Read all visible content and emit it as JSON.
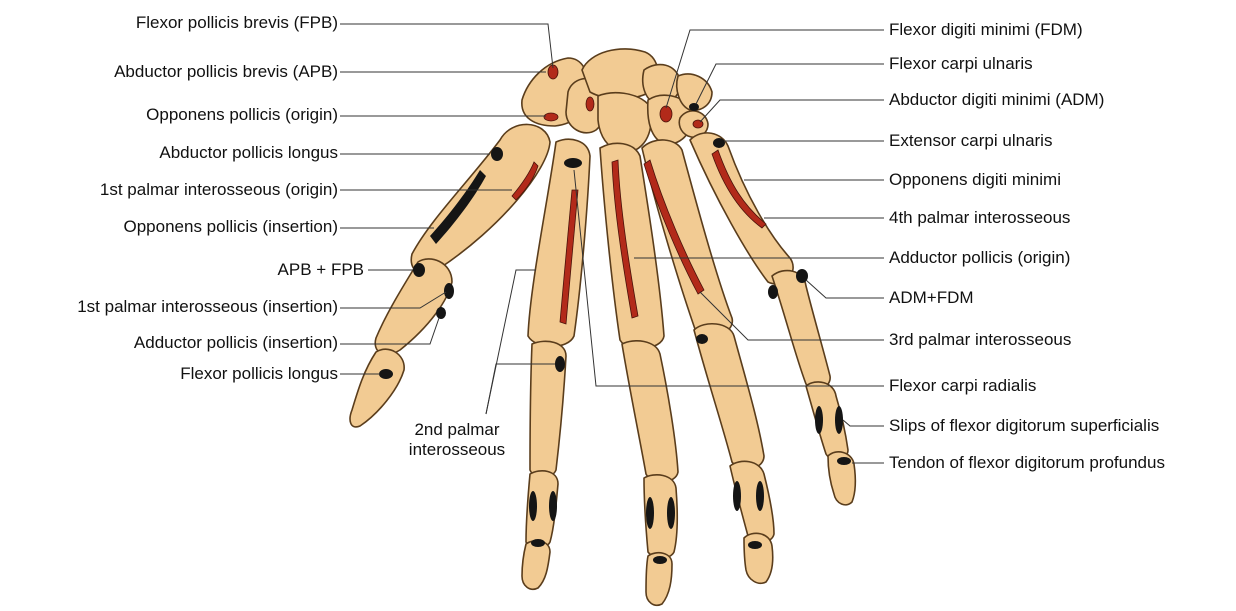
{
  "diagram": {
    "left_labels": [
      {
        "id": "fpb",
        "text": "Flexor pollicis brevis (FPB)"
      },
      {
        "id": "apb",
        "text": "Abductor pollicis brevis (APB)"
      },
      {
        "id": "op-origin",
        "text": "Opponens pollicis (origin)"
      },
      {
        "id": "apl",
        "text": "Abductor pollicis longus"
      },
      {
        "id": "pi1-origin",
        "text": "1st palmar interosseous (origin)"
      },
      {
        "id": "op-insertion",
        "text": "Opponens pollicis (insertion)"
      },
      {
        "id": "apb-fpb",
        "text": "APB + FPB"
      },
      {
        "id": "pi1-insertion",
        "text": "1st palmar interosseous (insertion)"
      },
      {
        "id": "ap-insertion",
        "text": "Adductor pollicis (insertion)"
      },
      {
        "id": "fpl",
        "text": "Flexor pollicis longus"
      }
    ],
    "center_label": {
      "line1": "2nd palmar",
      "line2": "interosseous"
    },
    "right_labels": [
      {
        "id": "fdm",
        "text": "Flexor digiti minimi (FDM)"
      },
      {
        "id": "fcu",
        "text": "Flexor carpi ulnaris"
      },
      {
        "id": "adm",
        "text": "Abductor digiti minimi (ADM)"
      },
      {
        "id": "ecu",
        "text": "Extensor carpi ulnaris"
      },
      {
        "id": "odm",
        "text": "Opponens digiti minimi"
      },
      {
        "id": "pi4",
        "text": "4th palmar interosseous"
      },
      {
        "id": "ap-origin",
        "text": "Adductor pollicis (origin)"
      },
      {
        "id": "adm-fdm",
        "text": "ADM+FDM"
      },
      {
        "id": "pi3",
        "text": "3rd palmar interosseous"
      },
      {
        "id": "fcr",
        "text": "Flexor carpi radialis"
      },
      {
        "id": "fds",
        "text": "Slips of flexor digitorum superficialis"
      },
      {
        "id": "fdp",
        "text": "Tendon of flexor digitorum profundus"
      }
    ],
    "colors": {
      "bone_fill": "#F2CB93",
      "bone_stroke": "#5a3d1c",
      "muscle_red": "#B22A1A",
      "attachment_black": "#151515",
      "leader_line": "#333333"
    }
  }
}
